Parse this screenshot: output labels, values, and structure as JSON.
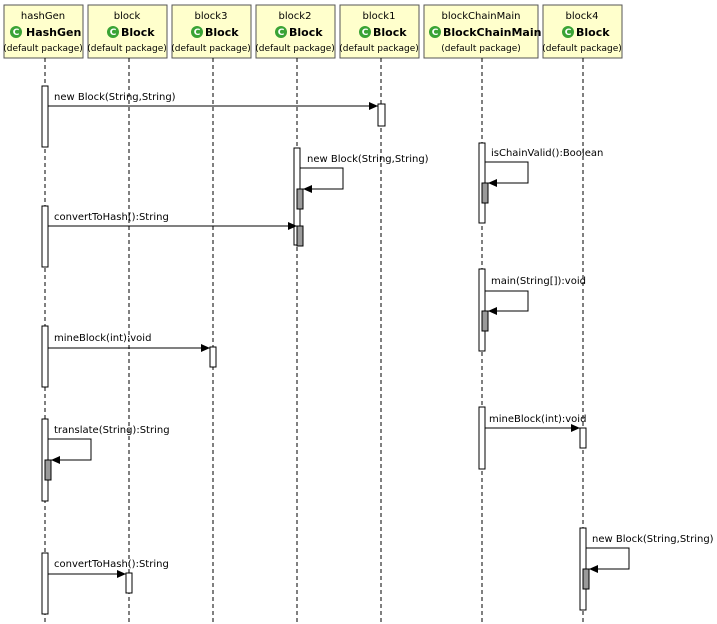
{
  "lifelines": [
    {
      "instance": "hashGen",
      "class": "HashGen",
      "package": "(default package)",
      "class_icon": "C",
      "icon_name": "class-icon"
    },
    {
      "instance": "block",
      "class": "Block",
      "package": "(default package)",
      "class_icon": "C",
      "icon_name": "class-icon"
    },
    {
      "instance": "block3",
      "class": "Block",
      "package": "(default package)",
      "class_icon": "C",
      "icon_name": "class-icon"
    },
    {
      "instance": "block2",
      "class": "Block",
      "package": "(default package)",
      "class_icon": "C",
      "icon_name": "class-icon"
    },
    {
      "instance": "block1",
      "class": "Block",
      "package": "(default package)",
      "class_icon": "C",
      "icon_name": "class-icon"
    },
    {
      "instance": "blockChainMain",
      "class": "BlockChainMain",
      "package": "(default package)",
      "class_icon": "C",
      "icon_name": "class-icon"
    },
    {
      "instance": "block4",
      "class": "Block",
      "package": "(default package)",
      "class_icon": "C",
      "icon_name": "class-icon"
    }
  ],
  "messages": [
    {
      "from": "hashGen",
      "to": "block1",
      "label": "new  Block(String,String)"
    },
    {
      "from": "block2",
      "to": "block2",
      "label": "new  Block(String,String)"
    },
    {
      "from": "blockChainMain",
      "to": "blockChainMain",
      "label": "isChainValid():Boolean"
    },
    {
      "from": "hashGen",
      "to": "block2",
      "label": "convertToHash():String"
    },
    {
      "from": "blockChainMain",
      "to": "blockChainMain",
      "label": "main(String[]):void"
    },
    {
      "from": "hashGen",
      "to": "block3",
      "label": "mineBlock(int):void"
    },
    {
      "from": "blockChainMain",
      "to": "block4",
      "label": "mineBlock(int):void"
    },
    {
      "from": "hashGen",
      "to": "hashGen",
      "label": "translate(String):String"
    },
    {
      "from": "block4",
      "to": "block4",
      "label": "new  Block(String,String)"
    },
    {
      "from": "hashGen",
      "to": "block",
      "label": "convertToHash():String"
    }
  ],
  "colors": {
    "header_fill": "#ffffcc",
    "header_border": "#555555",
    "icon_fill": "#3aa335",
    "activation_fill": "#ffffff",
    "nested_activation_fill": "#9a9a9a"
  }
}
